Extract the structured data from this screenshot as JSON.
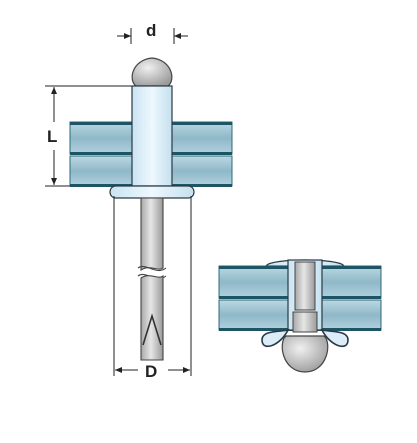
{
  "labels": {
    "d": "d",
    "L": "L",
    "D": "D"
  },
  "colors": {
    "plate": "#9ec4d2",
    "plate_edge": "#2f6a7a",
    "sleeve": "#dbeef8",
    "sleeve_edge": "#2b3a44",
    "mandrel": "#c9c9c9",
    "mandrel_edge": "#444444",
    "dim_line": "#222222"
  },
  "icons": {
    "dimension_arrow": "arrowhead"
  }
}
